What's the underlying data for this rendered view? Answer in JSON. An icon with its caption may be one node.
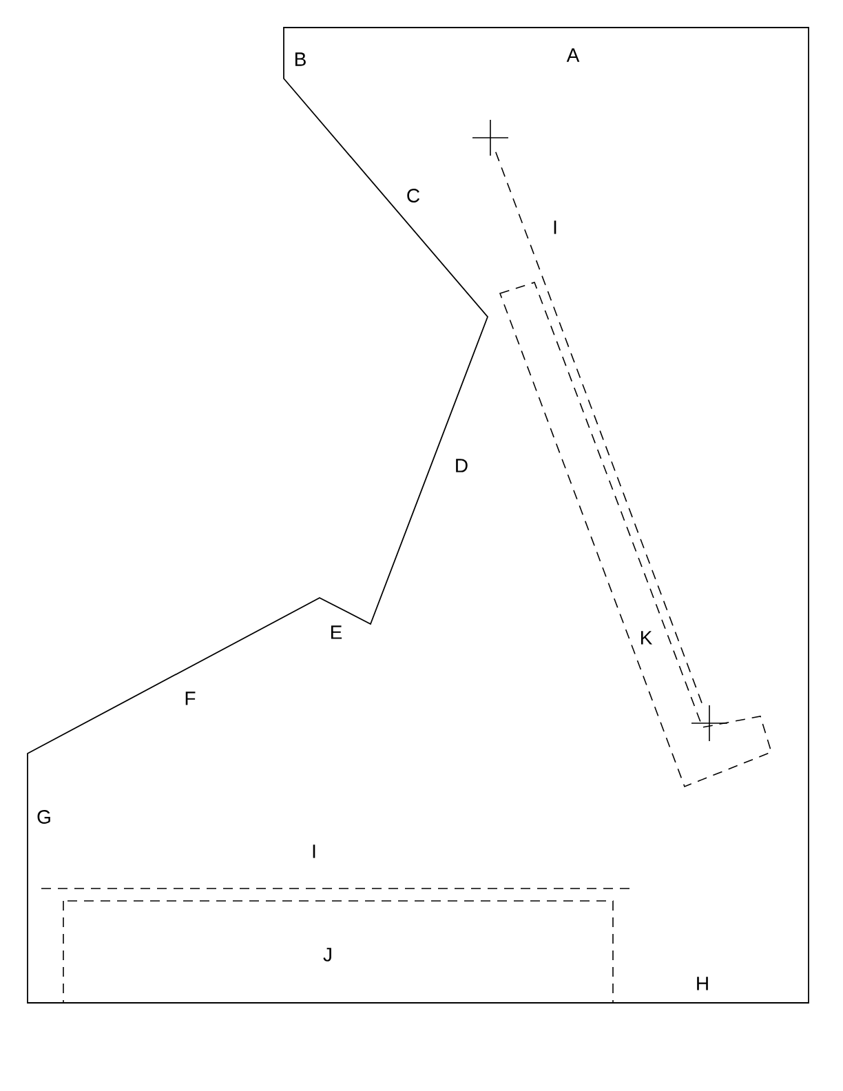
{
  "diagram": {
    "nodes": [
      {
        "text": [],
        "shape": "cross"
      },
      {
        "text": [],
        "shape": "cross"
      }
    ],
    "edges": [
      {
        "from": 0,
        "to": 1,
        "arrow": "none",
        "style": "dashed"
      }
    ],
    "labels": [
      "A",
      "B",
      "C",
      "I",
      "D",
      "E",
      "K",
      "F",
      "G",
      "I",
      "J",
      "H"
    ]
  }
}
